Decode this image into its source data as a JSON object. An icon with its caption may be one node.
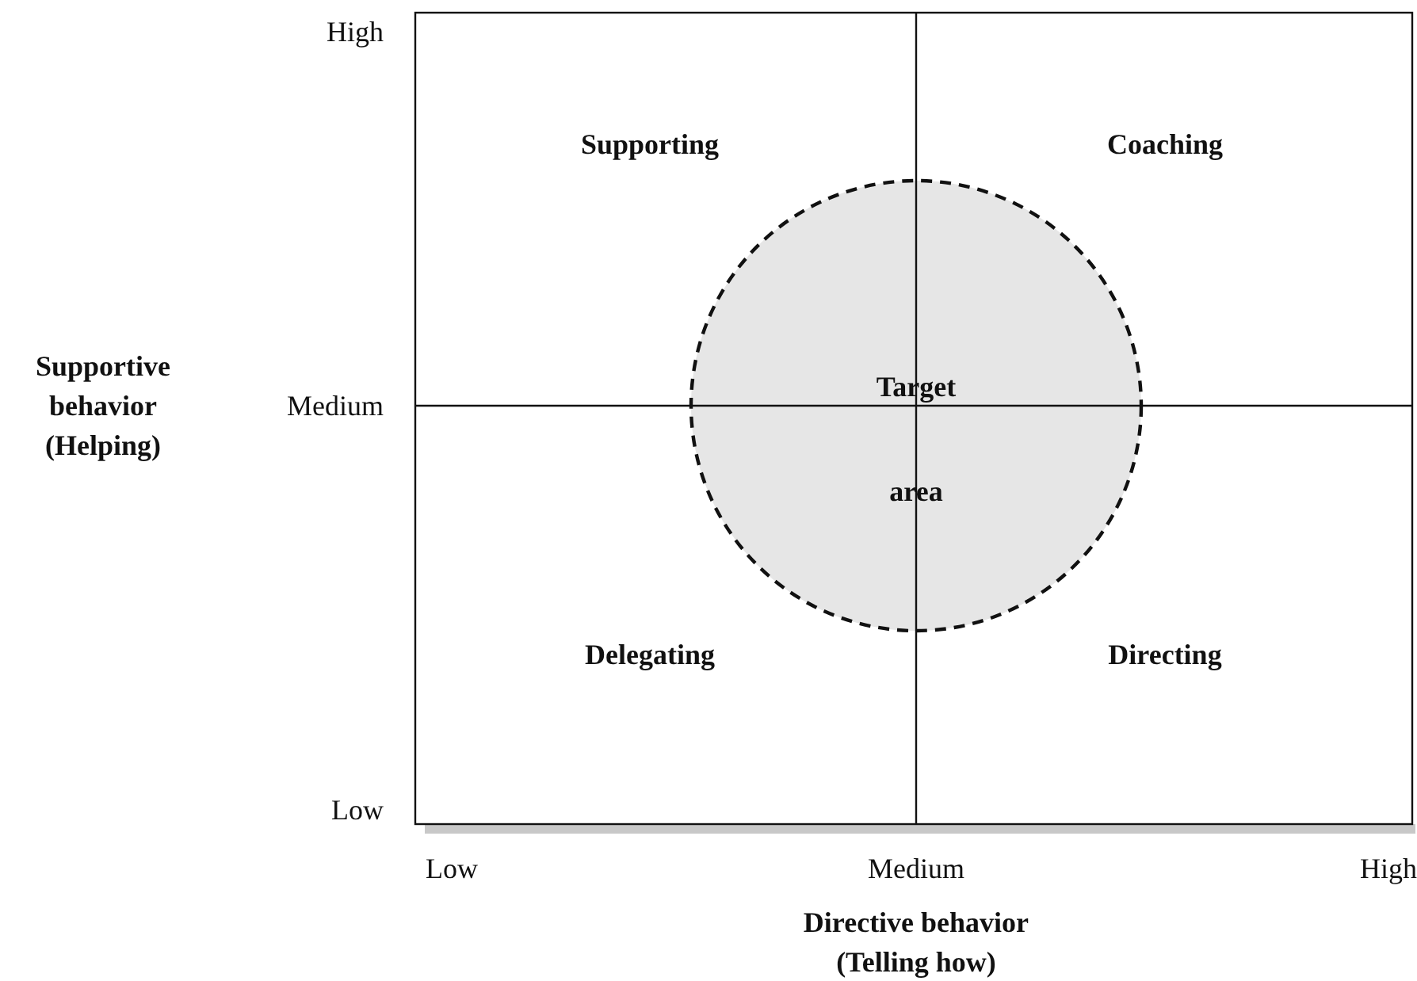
{
  "diagram": {
    "nodes": [
      {
        "text": [
          "Target area"
        ]
      }
    ],
    "edges": [],
    "labels": [
      "High",
      "Supporting",
      "Coaching",
      "Supportive behavior (Helping)",
      "Medium",
      "Delegating",
      "Directing",
      "Low",
      "Low",
      "Medium",
      "High",
      "Directive behavior (Telling how)"
    ]
  }
}
